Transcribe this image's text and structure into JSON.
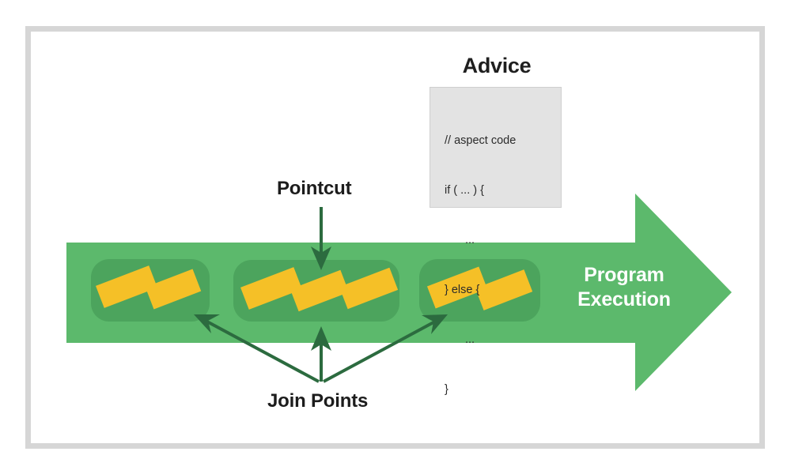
{
  "diagram": {
    "title_region": {
      "advice_heading": "Advice"
    },
    "advice": {
      "heading": "Advice",
      "code_lines": [
        "// aspect code",
        "if ( ... ) {",
        "...",
        "} else {",
        "...",
        "}"
      ],
      "box_fill": "#e3e3e3",
      "box_border": "#cfcfcf"
    },
    "labels": {
      "pointcut": "Pointcut",
      "join_points": "Join Points",
      "program_execution_line1": "Program",
      "program_execution_line2": "Execution"
    },
    "arrow": {
      "label": "Program Execution",
      "shaft_color": "#5cb96c",
      "head_color": "#5cb96c"
    },
    "groups": [
      {
        "name": "join-point-group-1",
        "fill": "#4ca45d",
        "bar_count": 2
      },
      {
        "name": "join-point-group-2",
        "fill": "#4ca45d",
        "bar_count": 3
      },
      {
        "name": "join-point-group-3",
        "fill": "#4ca45d",
        "bar_count": 2
      }
    ],
    "bar_color": "#f5c027",
    "pointer_color": "#2c6b3f",
    "frame_color": "#d6d6d6",
    "background": "#ffffff"
  }
}
